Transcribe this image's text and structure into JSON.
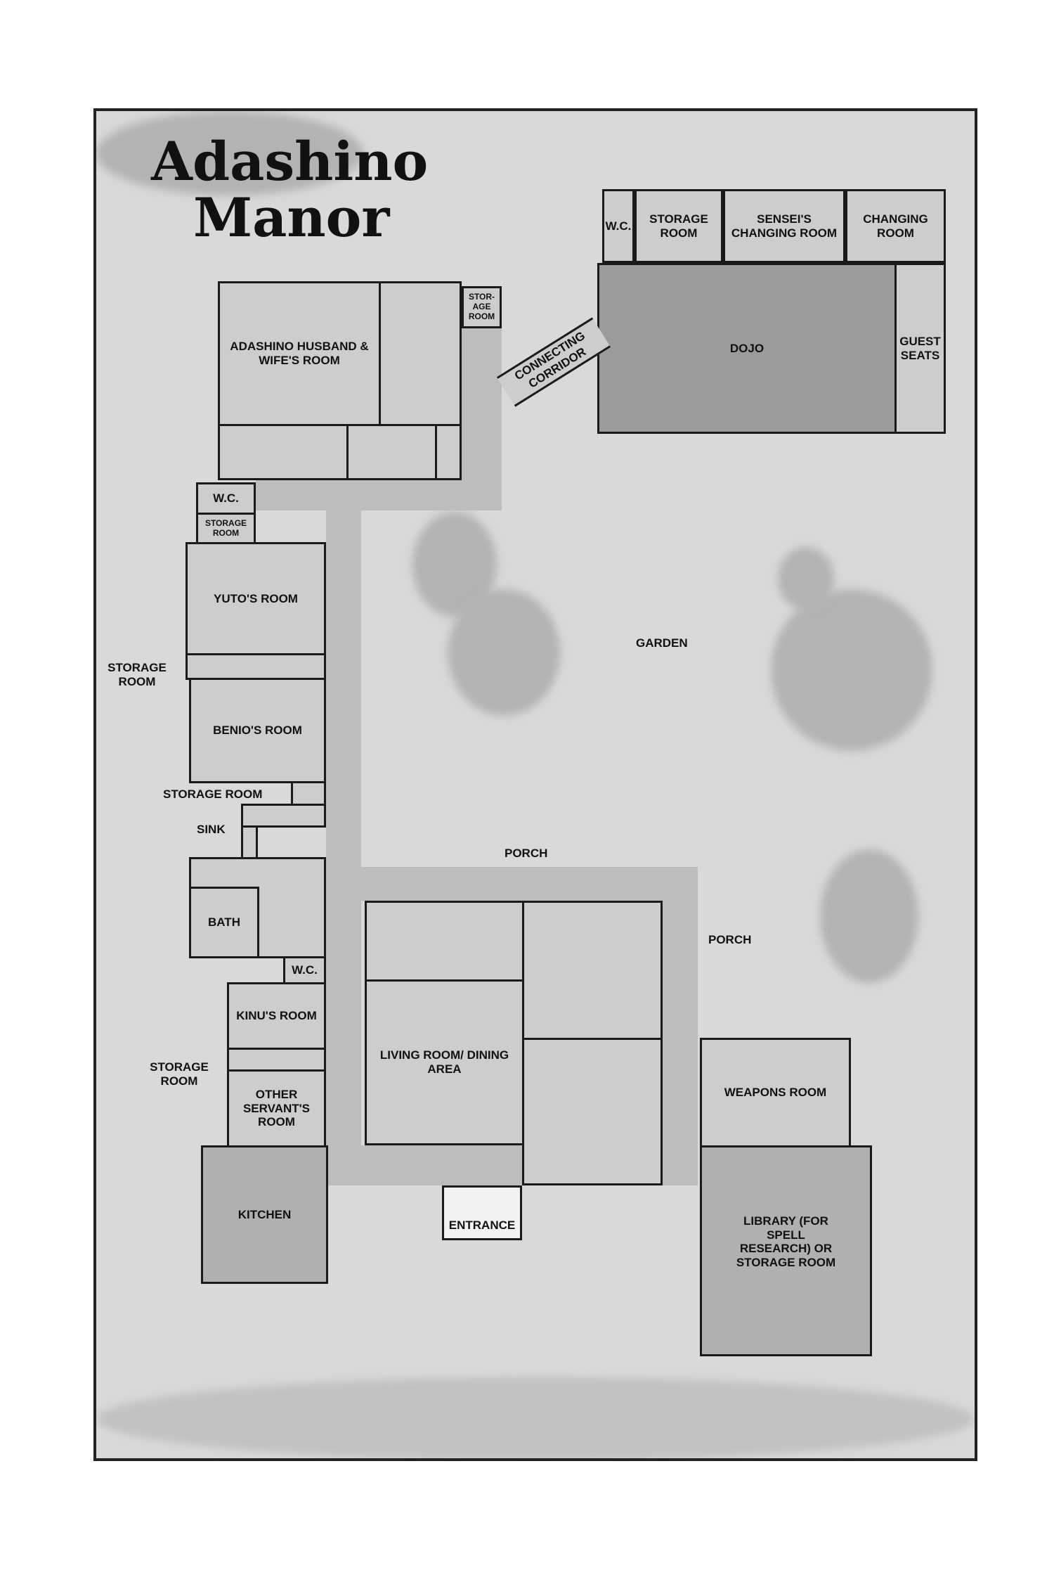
{
  "title": {
    "line1": "Adashino",
    "line2": "Manor"
  },
  "rooms": {
    "wc_dojo": "W.C.",
    "storage_dojo": "Storage Room",
    "sensei_changing": "Sensei's Changing Room",
    "changing": "Changing Room",
    "dojo": "Dojo",
    "guest_seats": "Guest Seats",
    "connecting_corridor": "Connecting Corridor",
    "storage_small": "Stor-age Room",
    "husband_wife": "Adashino Husband & Wife's Room",
    "wc_upper": "W.C.",
    "storage_upper": "Storage Room",
    "yuto": "Yuto's Room",
    "storage_yuto": "Storage Room",
    "benio": "Benio's Room",
    "storage_benio": "Storage Room",
    "sink": "Sink",
    "bath": "Bath",
    "wc_lower": "W.C.",
    "kinu": "Kinu's Room",
    "storage_kinu": "Storage Room",
    "other_servant": "Other Servant's Room",
    "kitchen": "Kitchen",
    "living": "Living Room/ Dining Area",
    "entrance": "Entrance",
    "weapons": "Weapons Room",
    "library": "Library (For Spell Research) or Storage Room",
    "garden": "Garden",
    "porch_top": "Porch",
    "porch_right": "Porch"
  }
}
